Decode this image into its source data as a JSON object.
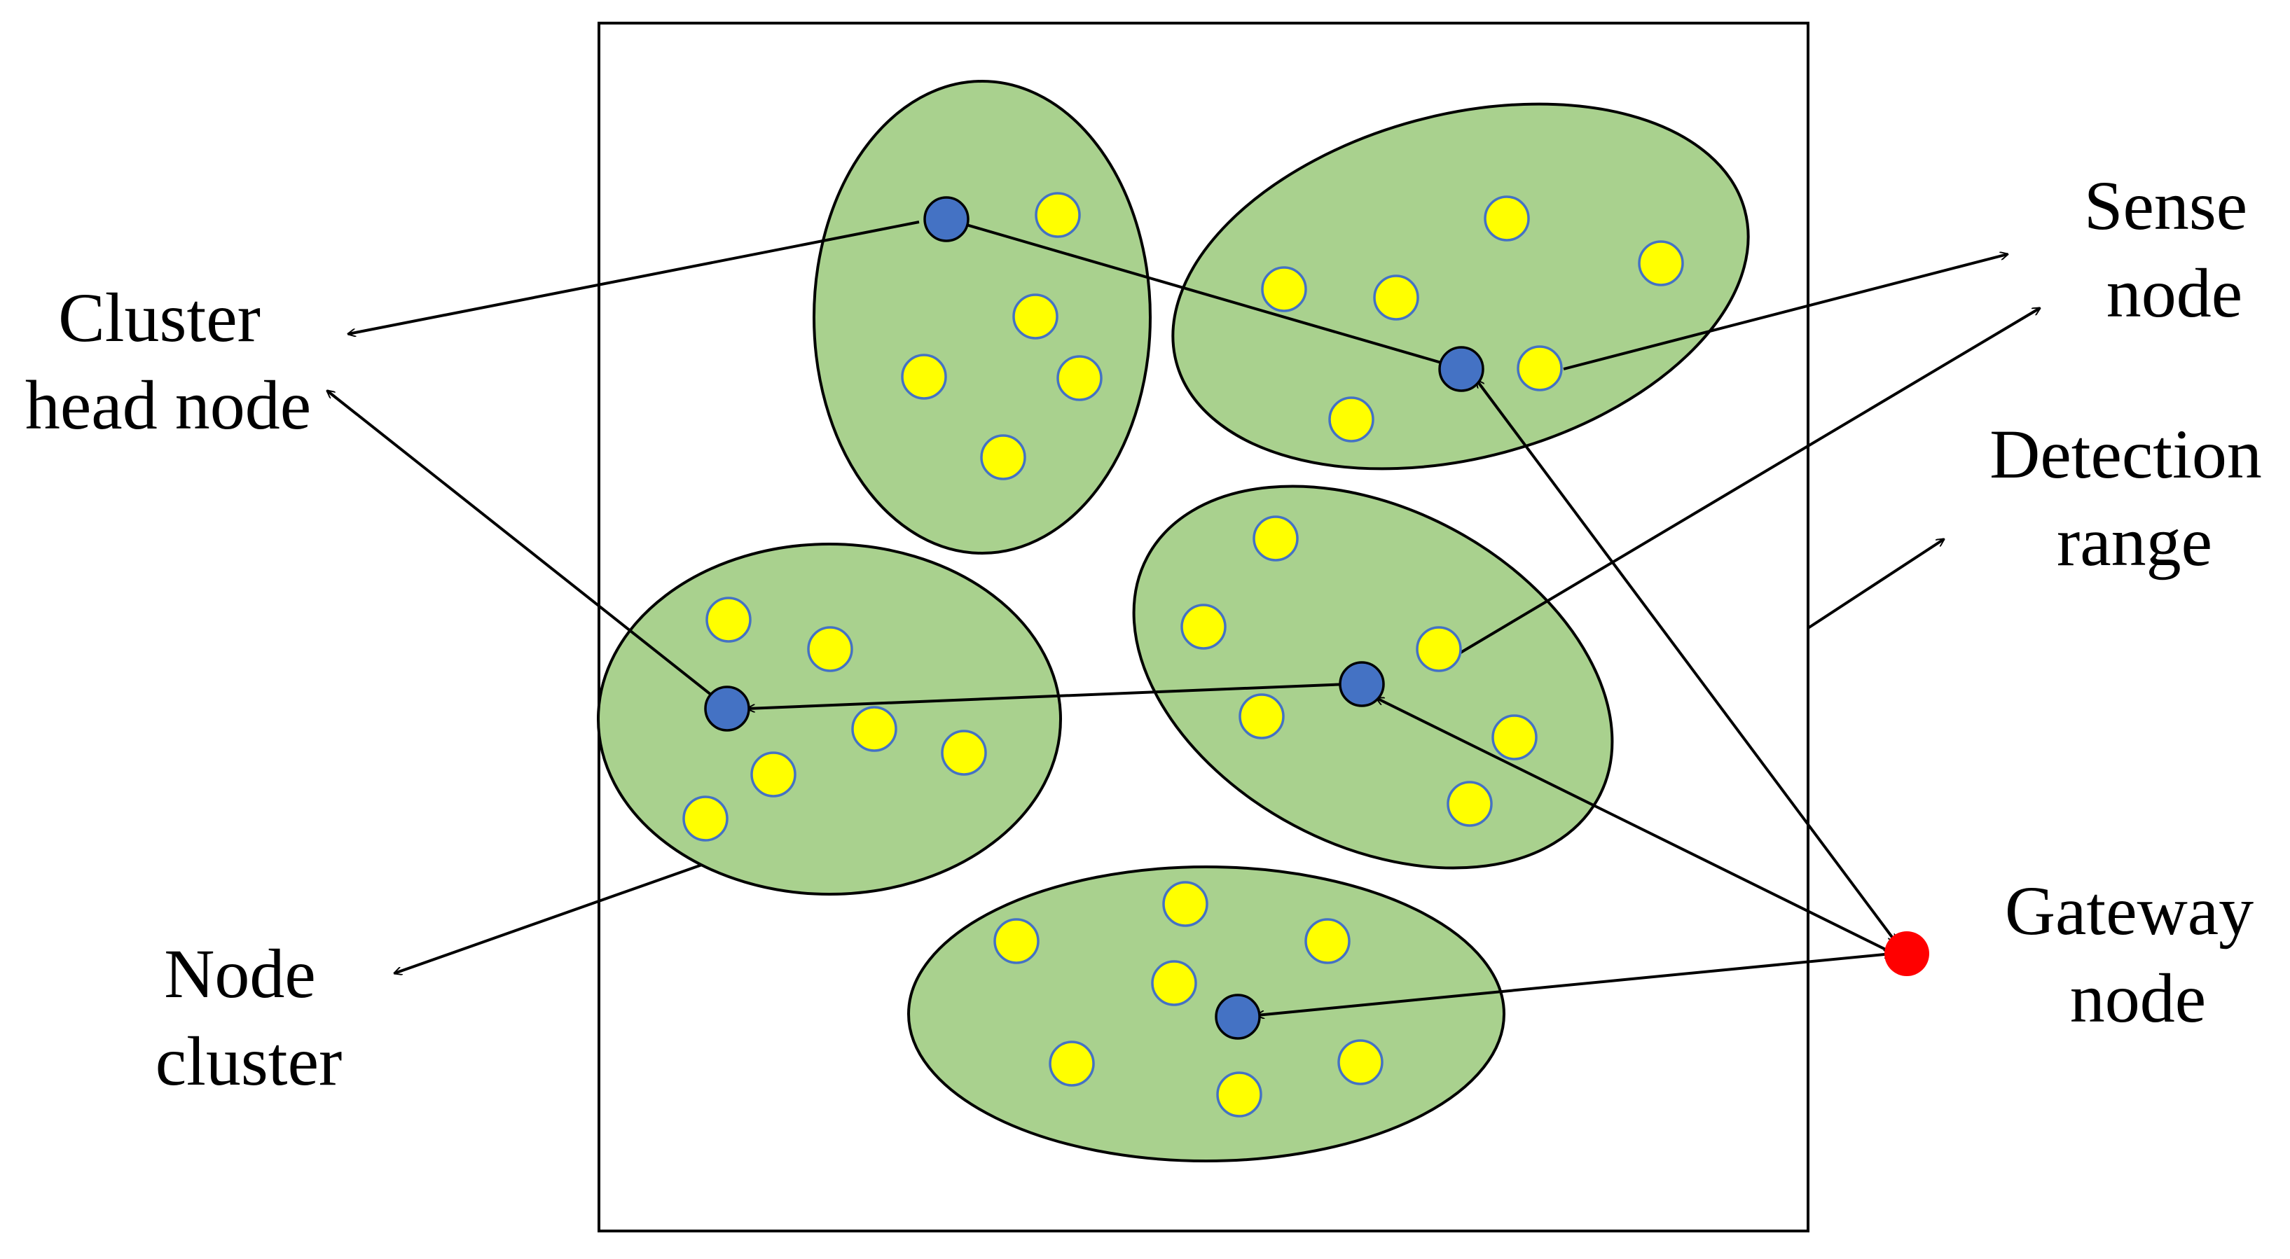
{
  "colors": {
    "cluster_fill": "#a9d18e",
    "cluster_stroke": "#000000",
    "sense_node_fill": "#ffff00",
    "sense_node_stroke": "#4472c4",
    "head_node_fill": "#4472c4",
    "head_node_stroke": "#000000",
    "gateway_node_fill": "#ff0000",
    "line_color": "#000000"
  },
  "labels": {
    "cluster_head_node": [
      "Cluster",
      "head node"
    ],
    "sense_node": [
      "Sense",
      "node"
    ],
    "detection_range": [
      "Detection",
      "range"
    ],
    "gateway_node": [
      "Gateway",
      "node"
    ],
    "node_cluster": [
      "Node",
      "cluster"
    ]
  }
}
